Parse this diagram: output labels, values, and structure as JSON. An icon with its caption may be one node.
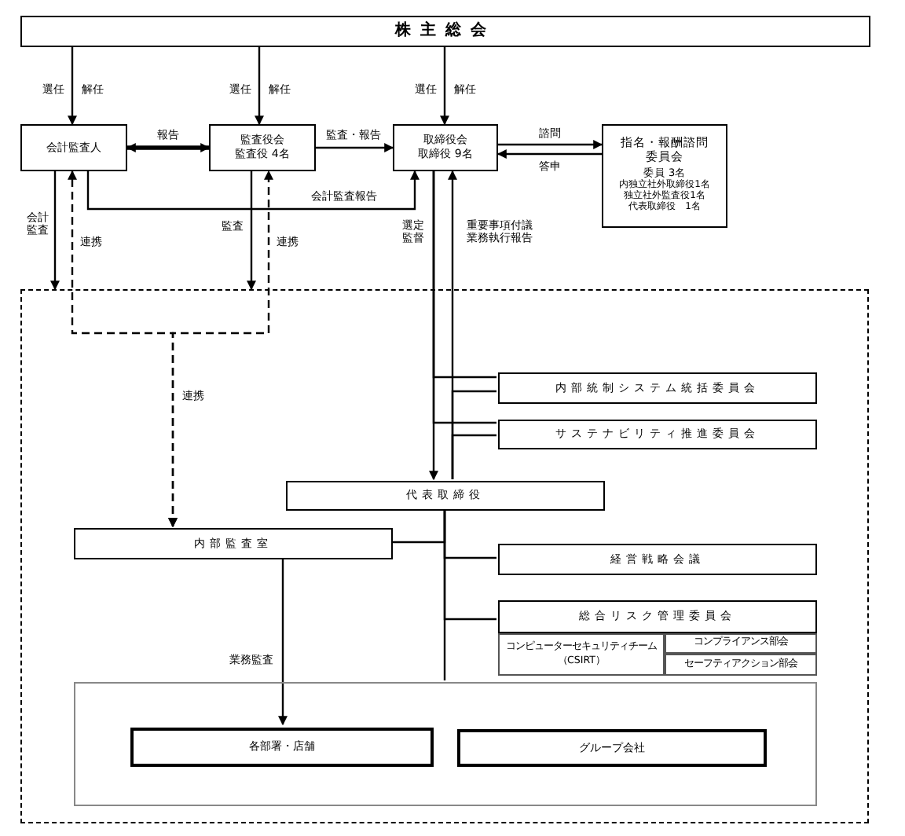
{
  "diagram": {
    "nodes": [
      {
        "text": [
          "株主総会"
        ]
      },
      {
        "text": [
          "会計監査人"
        ]
      },
      {
        "text": [
          "監査役会",
          "監査役 4名"
        ]
      },
      {
        "text": [
          "取締役会",
          "取締役 9名"
        ]
      },
      {
        "text": [
          "指名・報酬諮問委員会",
          "委員 3名",
          "内独立社外取締役1名",
          "独立社外監査役1名",
          "代表取締役　1名"
        ]
      },
      {
        "text": [],
        "shape": "box"
      },
      {
        "text": [
          "内部統制システム統括委員会"
        ],
        "in": 5
      },
      {
        "text": [
          "サステナビリティ推進委員会"
        ],
        "in": 5
      },
      {
        "text": [
          "代表取締役"
        ],
        "in": 5
      },
      {
        "text": [
          "内部監査室"
        ],
        "in": 5
      },
      {
        "text": [
          "経営戦略会議"
        ],
        "in": 5
      },
      {
        "text": [
          "総合リスク管理委員会"
        ],
        "in": 5
      },
      {
        "text": [
          "コンピューターセキュリティチーム（CSIRT）"
        ],
        "in": 5
      },
      {
        "text": [
          "コンプライアンス部会"
        ],
        "in": 5
      },
      {
        "text": [
          "セーフティアクション部会"
        ],
        "in": 5
      },
      {
        "text": [],
        "shape": "box",
        "in": 5
      },
      {
        "text": [
          "各部署・店舗"
        ],
        "in": 15
      },
      {
        "text": [
          "グループ会社"
        ],
        "in": 15
      }
    ],
    "edges": [
      {
        "from": 0,
        "to": 1,
        "arrow": "to"
      },
      {
        "from": 0,
        "to": 2,
        "arrow": "to"
      },
      {
        "from": 0,
        "to": 3,
        "arrow": "to"
      },
      {
        "from": 1,
        "to": 2,
        "arrow": "both",
        "label": "報告",
        "style": "thick"
      },
      {
        "from": 2,
        "to": 3,
        "arrow": "to",
        "label": "監査・報告"
      },
      {
        "from": 1,
        "to": 3,
        "arrow": "to",
        "label": "会計監査報告"
      },
      {
        "from": 3,
        "to": 4,
        "arrow": "to",
        "label": "諮問"
      },
      {
        "from": 4,
        "to": 3,
        "arrow": "to",
        "label": "答申"
      },
      {
        "from": 1,
        "to": 5,
        "arrow": "to",
        "label": "会計監査"
      },
      {
        "from": 2,
        "to": 5,
        "arrow": "to",
        "label": "監査"
      },
      {
        "from": 9,
        "to": 1,
        "arrow": "both",
        "label": "連携",
        "style": "dashed"
      },
      {
        "from": 9,
        "to": 2,
        "arrow": "both",
        "label": "連携",
        "style": "dashed"
      },
      {
        "from": 3,
        "to": 8,
        "arrow": "to",
        "label": "選定監督"
      },
      {
        "from": 8,
        "to": 3,
        "arrow": "to",
        "label": "重要事項付議業務執行報告"
      },
      {
        "from": 3,
        "to": 6,
        "arrow": "none"
      },
      {
        "from": 8,
        "to": 6,
        "arrow": "none"
      },
      {
        "from": 3,
        "to": 7,
        "arrow": "none"
      },
      {
        "from": 8,
        "to": 7,
        "arrow": "none"
      },
      {
        "from": 8,
        "to": 9,
        "arrow": "none"
      },
      {
        "from": 8,
        "to": 10,
        "arrow": "none"
      },
      {
        "from": 8,
        "to": 11,
        "arrow": "none"
      },
      {
        "from": 8,
        "to": 15,
        "arrow": "none"
      },
      {
        "from": 9,
        "to": 16,
        "arrow": "to",
        "label": "業務監査"
      }
    ],
    "labels": [
      "選任",
      "解任",
      "選任",
      "解任",
      "選任",
      "解任",
      "連携"
    ]
  }
}
